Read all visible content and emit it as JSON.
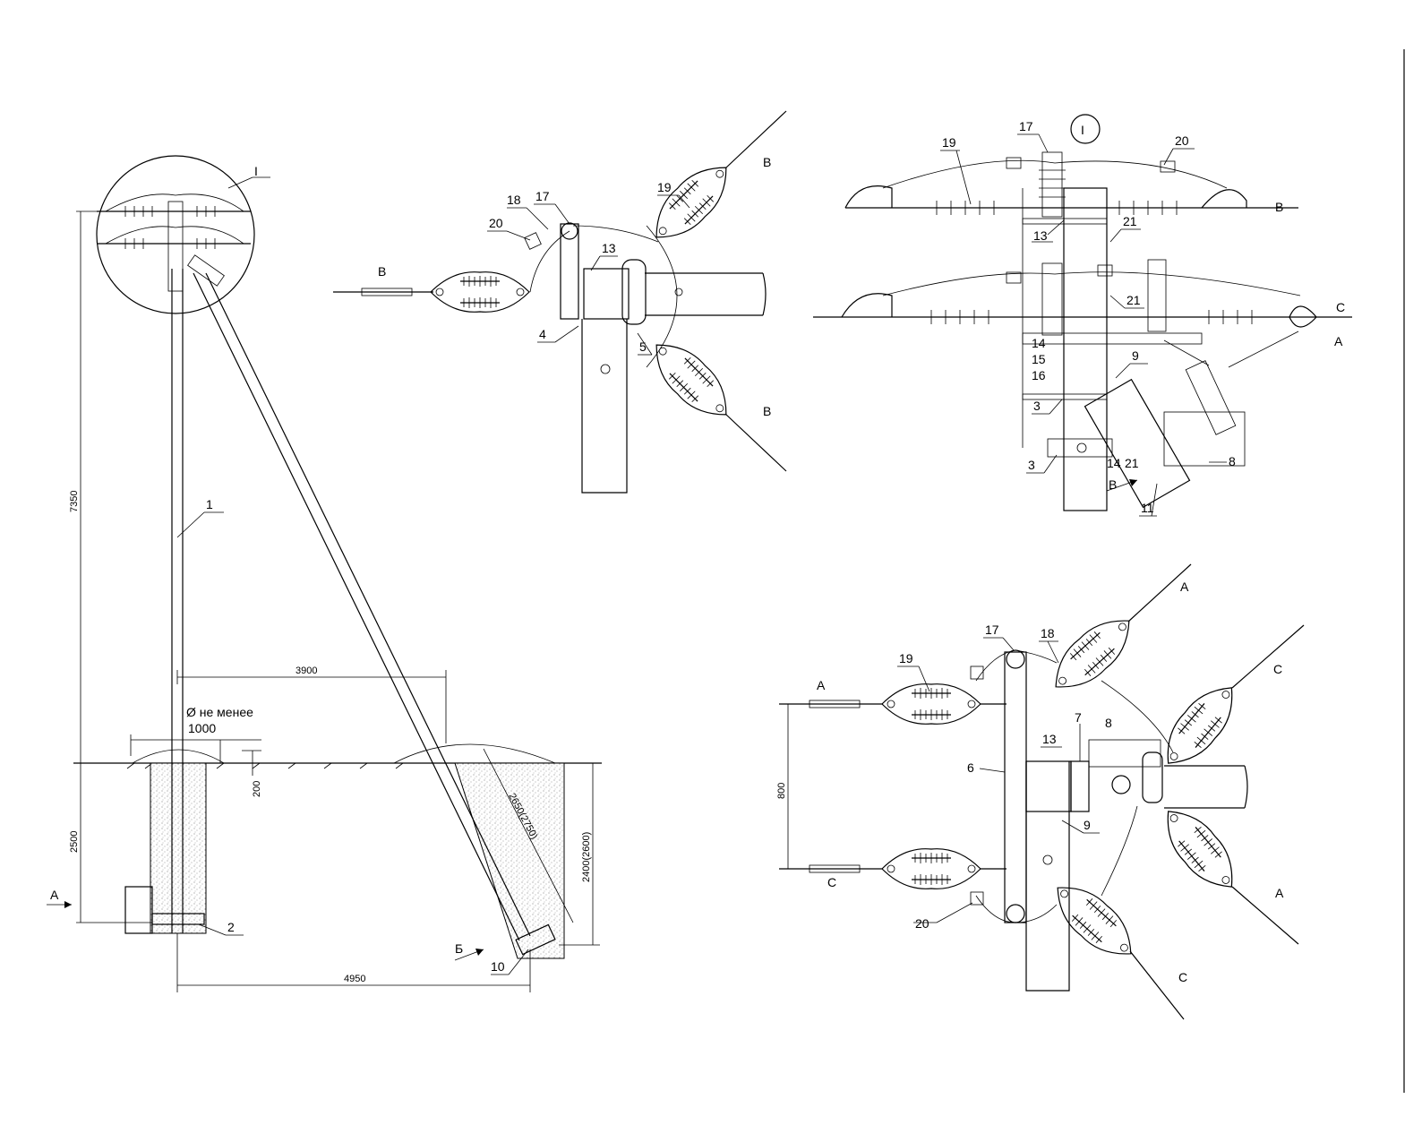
{
  "detail_mark": "I",
  "dimensions": {
    "pole_height": "7350",
    "depth_left": "2500",
    "brace_offset": "3900",
    "base_span": "4950",
    "pit_depth": "2400(2600)",
    "anchor_length": "2650(2750)",
    "gap_200": "200",
    "phase_spacing": "800",
    "diameter_note": "Ø не менее",
    "diameter_value": "1000"
  },
  "view_arrows": {
    "a": "А",
    "b": "Б"
  },
  "phases": {
    "A": "А",
    "B": "В",
    "C": "С"
  },
  "elevation_callouts": [
    "1",
    "2",
    "10"
  ],
  "plan_b_callouts": [
    "17",
    "18",
    "20",
    "13",
    "19",
    "4",
    "5"
  ],
  "detail_callouts": [
    "17",
    "19",
    "20",
    "13",
    "21",
    "21",
    "14",
    "15",
    "16",
    "9",
    "3",
    "3",
    "14",
    "21",
    "8",
    "11"
  ],
  "plan_ac_callouts": [
    "17",
    "18",
    "19",
    "13",
    "7",
    "8",
    "6",
    "9",
    "20"
  ]
}
